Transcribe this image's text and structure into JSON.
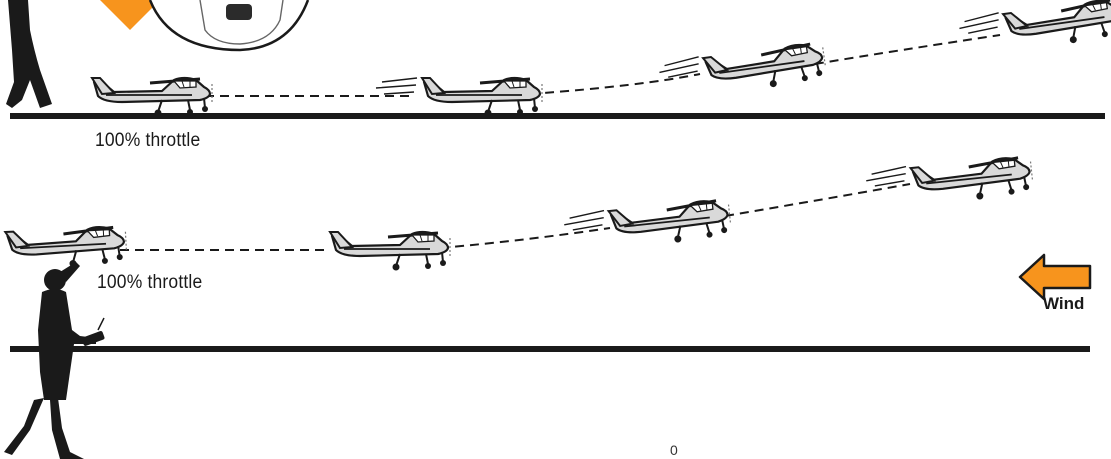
{
  "upper_sequence": {
    "throttle_label": "100% throttle"
  },
  "lower_sequence": {
    "throttle_label": "100% throttle"
  },
  "wind": {
    "label": "Wind",
    "color": "#f7941d",
    "direction": "left"
  },
  "footer": {
    "page_marker": "0"
  },
  "icons": {
    "airplane": "airplane-icon",
    "pilot": "pilot-silhouette-icon",
    "transmitter": "transmitter-icon",
    "magnifier": "magnifier-callout",
    "wind_arrow": "wind-arrow-icon"
  },
  "colors": {
    "plane_body": "#d9d9d9",
    "outline": "#1a1a1a",
    "accent": "#f7941d",
    "ground": "#1a1a1a"
  }
}
